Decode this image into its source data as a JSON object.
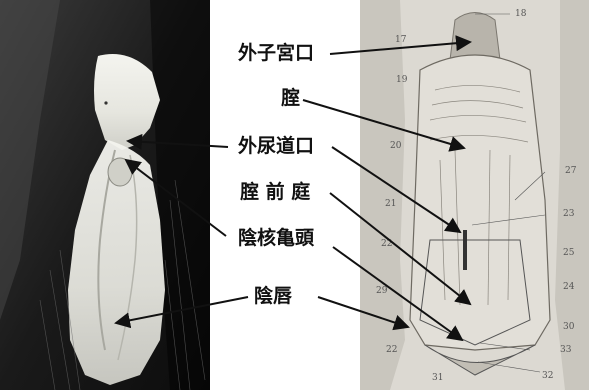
{
  "labels": {
    "external_os": "外子宮口",
    "vagina": "腟",
    "urethral_orifice": "外尿道口",
    "vestibule": "腟 前 庭",
    "glans_clitoris": "陰核亀頭",
    "labia": "陰唇"
  },
  "figure_numbers": {
    "n17": "17",
    "n18": "18",
    "n19": "19",
    "n20": "20",
    "n21": "21",
    "n22": "22",
    "n22b": "22",
    "n23": "23",
    "n24": "24",
    "n25": "25",
    "n27": "27",
    "n29": "29",
    "n30": "30",
    "n31": "31",
    "n32": "32",
    "n33": "33"
  },
  "colors": {
    "photo_bg": "#1e1e1e",
    "tissue": "#e9e9e3",
    "illustration_bg": "#d9d6cf",
    "line": "#111111"
  }
}
